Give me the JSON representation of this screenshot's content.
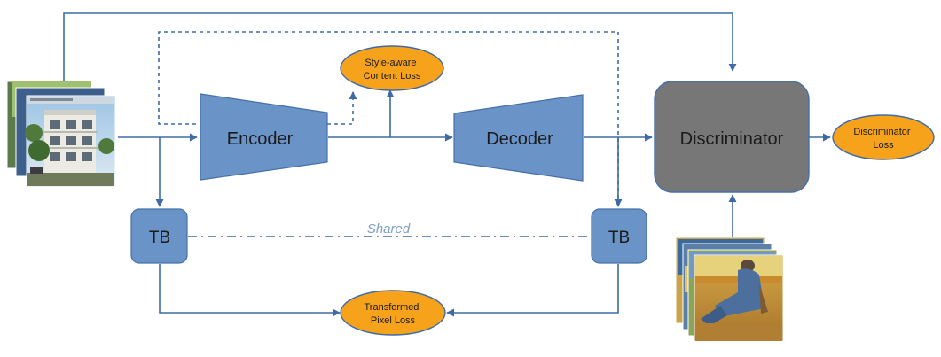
{
  "nodes": {
    "encoder": "Encoder",
    "decoder": "Decoder",
    "discriminator": "Discriminator",
    "tb_left": "TB",
    "tb_right": "TB"
  },
  "losses": {
    "style_content": [
      "Style-aware",
      "Content Loss"
    ],
    "discriminator": [
      "Discriminator",
      "Loss"
    ],
    "transformed_pixel": [
      "Transformed",
      "Pixel Loss"
    ]
  },
  "shared_label": "Shared",
  "icons": {
    "content_images": "photo-stack-icon",
    "style_images": "painting-stack-icon"
  },
  "colors": {
    "line": "#3e6ba6",
    "block": "#6a93c8",
    "block_stroke": "#4470a8",
    "loss": "#f7a21b",
    "loss_stroke": "#3e6ba6",
    "discriminator": "#777777",
    "shared_text": "#7f9fc6"
  }
}
